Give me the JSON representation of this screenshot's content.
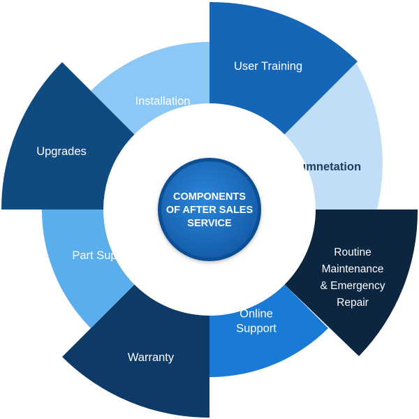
{
  "center": {
    "lines": [
      "COMPONENTS",
      "OF AFTER SALES",
      "SERVICE"
    ]
  },
  "segments": [
    {
      "name": "user-training",
      "lines": [
        "User Training"
      ],
      "color": "#1666b8",
      "text_color": "#ffffff"
    },
    {
      "name": "documentation",
      "lines": [
        "Documnetation"
      ],
      "color": "#c0def7",
      "text_color": "#1f3b5a"
    },
    {
      "name": "routine-maintenance",
      "lines": [
        "Routine",
        "Maintenance",
        "& Emergency",
        "Repair"
      ],
      "color": "#0c2540",
      "text_color": "#ffffff"
    },
    {
      "name": "online-support",
      "lines": [
        "Online",
        "Support"
      ],
      "color": "#1a7bd6",
      "text_color": "#ffffff"
    },
    {
      "name": "warranty",
      "lines": [
        "Warranty"
      ],
      "color": "#0d3a66",
      "text_color": "#ffffff"
    },
    {
      "name": "part-supply",
      "lines": [
        "Part Supply"
      ],
      "color": "#5aaeec",
      "text_color": "#ffffff"
    },
    {
      "name": "upgrades",
      "lines": [
        "Upgrades"
      ],
      "color": "#0f4a80",
      "text_color": "#ffffff"
    },
    {
      "name": "installation",
      "lines": [
        "Installation"
      ],
      "color": "#8cc8f5",
      "text_color": "#ffffff"
    }
  ],
  "colors": {
    "center_fill": "#1a6fc4",
    "center_ring": "#0b4f94",
    "hole": "#ffffff"
  }
}
